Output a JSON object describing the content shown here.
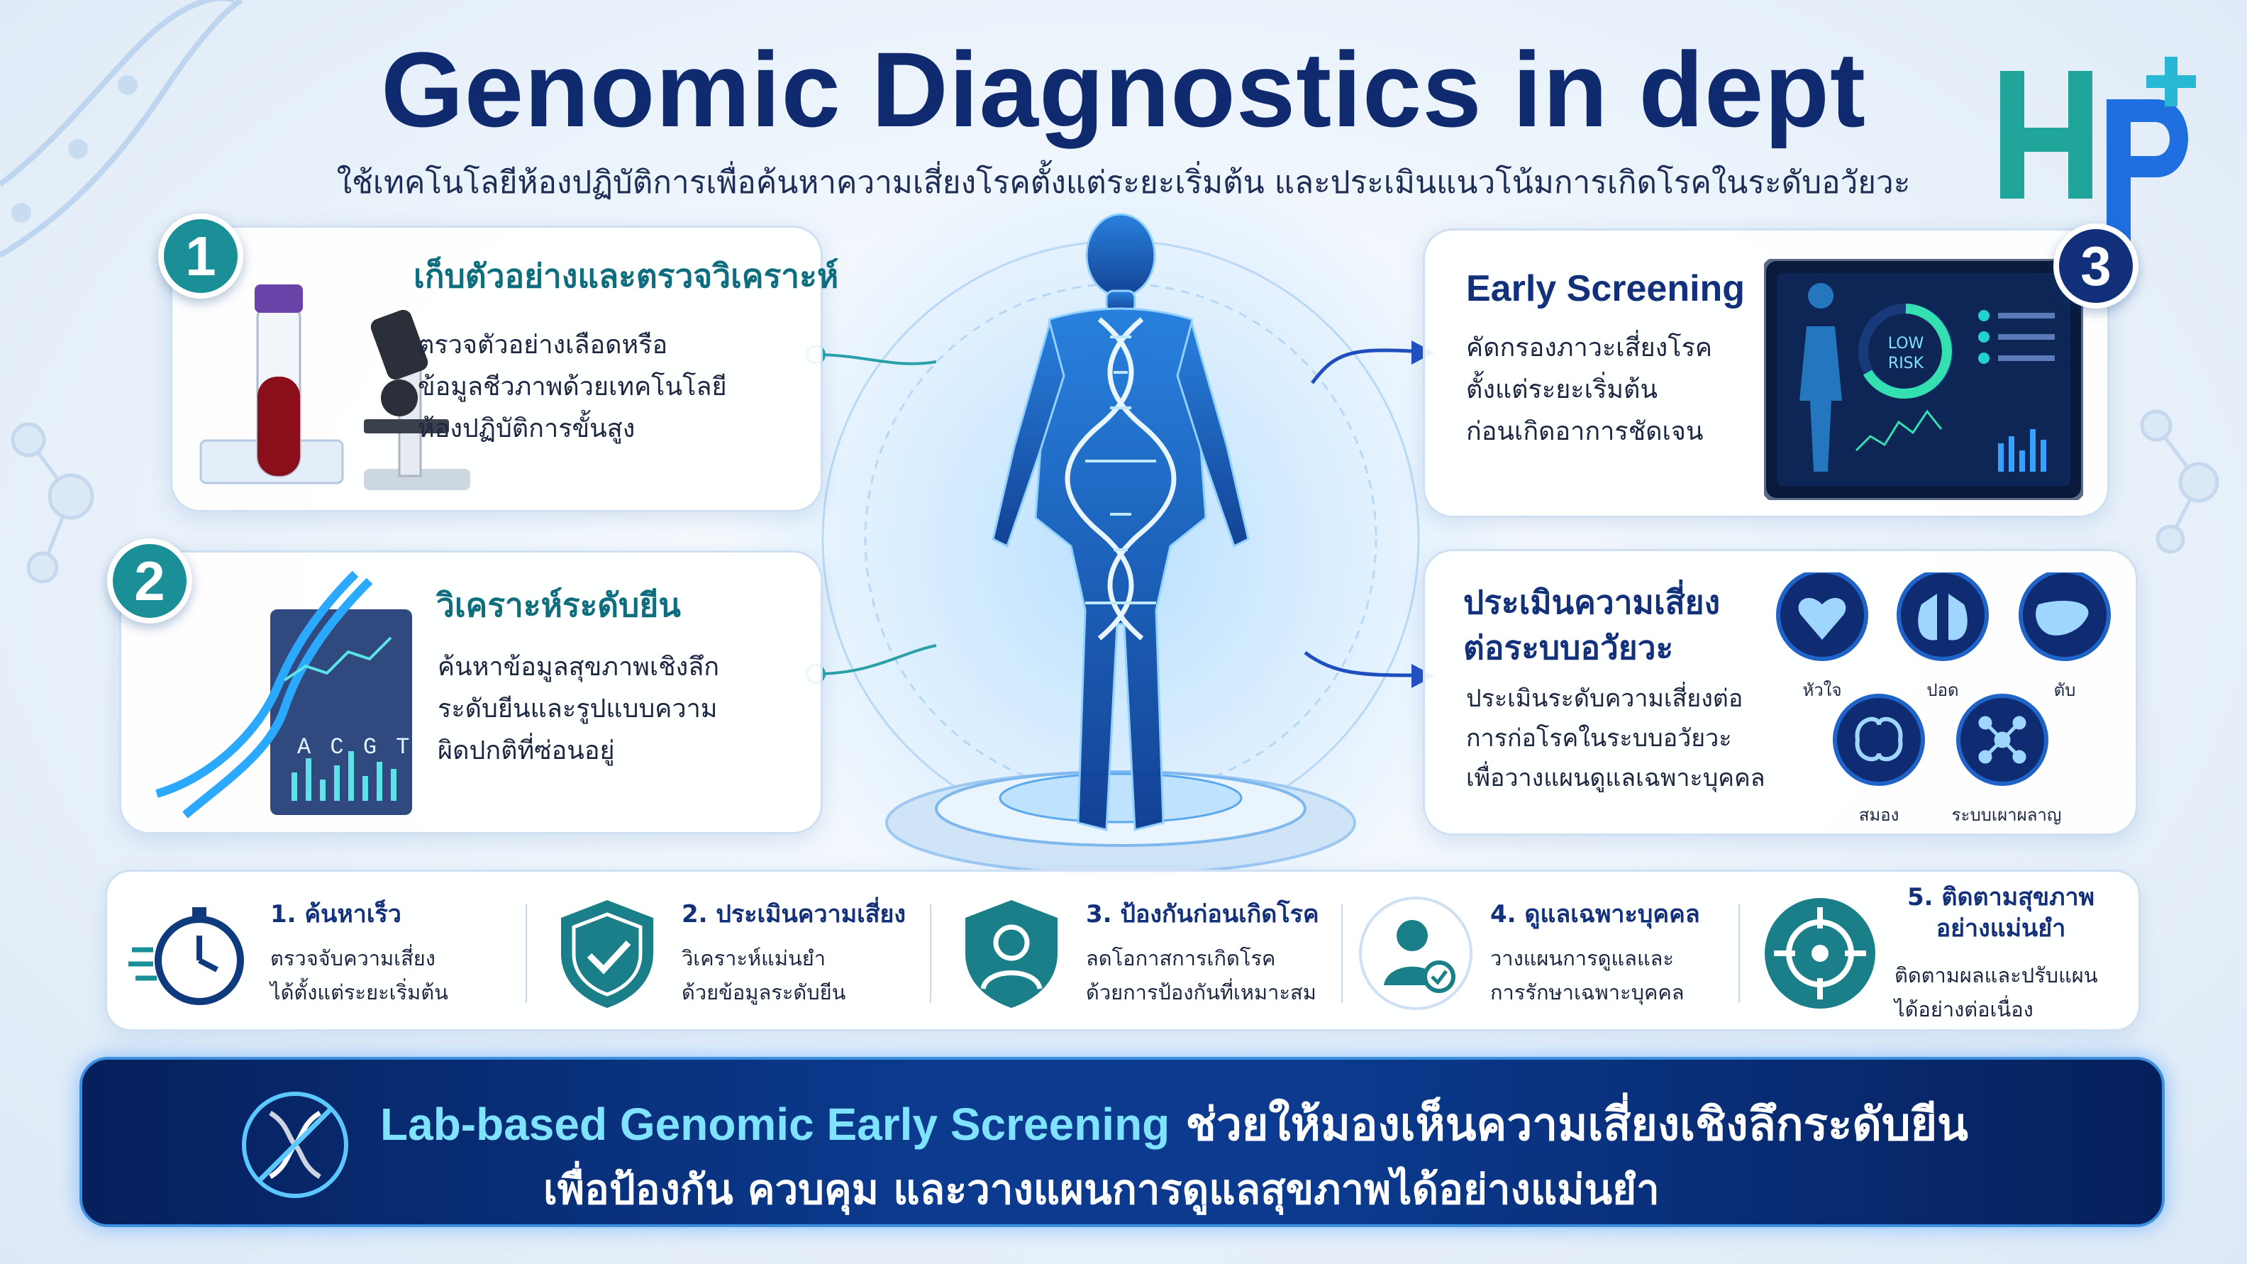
{
  "header": {
    "title": "Genomic Diagnostics in dept",
    "subtitle": "ใช้เทคโนโลยีห้องปฏิบัติการเพื่อค้นหาความเสี่ยงโรคตั้งแต่ระยะเริ่มต้น และประเมินแนวโน้มการเกิดโรคในระดับอวัยวะ"
  },
  "steps": [
    {
      "number": "1",
      "title": "เก็บตัวอย่างและตรวจวิเคราะห์",
      "body": [
        "ตรวจตัวอย่างเลือดหรือ",
        "ข้อมูลชีวภาพด้วยเทคโนโลยี",
        "ห้องปฏิบัติการขั้นสูง"
      ]
    },
    {
      "number": "2",
      "title": "วิเคราะห์ระดับยีน",
      "body": [
        "ค้นหาข้อมูลสุขภาพเชิงลึก",
        "ระดับยีนและรูปแบบความ",
        "ผิดปกติที่ซ่อนอยู่"
      ],
      "dna_letters": "A C G T"
    },
    {
      "number": "3",
      "title": "Early Screening",
      "body": [
        "คัดกรองภาวะเสี่ยงโรค",
        "ตั้งแต่ระยะเริ่มต้น",
        "ก่อนเกิดอาการชัดเจน"
      ],
      "dashboard_label": [
        "LOW",
        "RISK"
      ]
    },
    {
      "title": [
        "ประเมินความเสี่ยง",
        "ต่อระบบอวัยวะ"
      ],
      "body": [
        "ประเมินระดับความเสี่ยงต่อ",
        "การก่อโรคในระบบอวัยวะ",
        "เพื่อวางแผนดูแลเฉพาะบุคคล"
      ],
      "organs": [
        {
          "icon": "heart-icon",
          "label": "หัวใจ"
        },
        {
          "icon": "lungs-icon",
          "label": "ปอด"
        },
        {
          "icon": "liver-icon",
          "label": "ตับ"
        },
        {
          "icon": "brain-icon",
          "label": "สมอง"
        },
        {
          "icon": "metabolism-icon",
          "label": "ระบบเผาผลาญ"
        }
      ]
    }
  ],
  "benefits": [
    {
      "icon": "stopwatch-icon",
      "title": "1. ค้นหาเร็ว",
      "desc": [
        "ตรวจจับความเสี่ยง",
        "ได้ตั้งแต่ระยะเริ่มต้น"
      ]
    },
    {
      "icon": "shield-check-icon",
      "title": "2. ประเมินความเสี่ยง",
      "desc": [
        "วิเคราะห์แม่นยำ",
        "ด้วยข้อมูลระดับยีน"
      ]
    },
    {
      "icon": "person-shield-icon",
      "title": "3. ป้องกันก่อนเกิดโรค",
      "desc": [
        "ลดโอกาสการเกิดโรค",
        "ด้วยการป้องกันที่เหมาะสม"
      ]
    },
    {
      "icon": "person-care-icon",
      "title": "4. ดูแลเฉพาะบุคคล",
      "desc": [
        "วางแผนการดูแลและ",
        "การรักษาเฉพาะบุคคล"
      ]
    },
    {
      "icon": "target-icon",
      "title": [
        "5. ติดตามสุขภาพ",
        "อย่างแม่นยำ"
      ],
      "desc": [
        "ติดตามผลและปรับแผน",
        "ได้อย่างต่อเนื่อง"
      ]
    }
  ],
  "banner": {
    "highlight": "Lab-based Genomic Early Screening",
    "line1_rest": " ช่วยให้มองเห็นความเสี่ยงเชิงลึกระดับยีน",
    "line2": "เพื่อป้องกัน ควบคุม และวางแผนการดูแลสุขภาพได้อย่างแม่นยำ"
  },
  "colors": {
    "navy": "#13307a",
    "teal": "#0f6e7e",
    "accent_blue": "#1f6fe0",
    "banner_bg": "#0b3a8e"
  }
}
